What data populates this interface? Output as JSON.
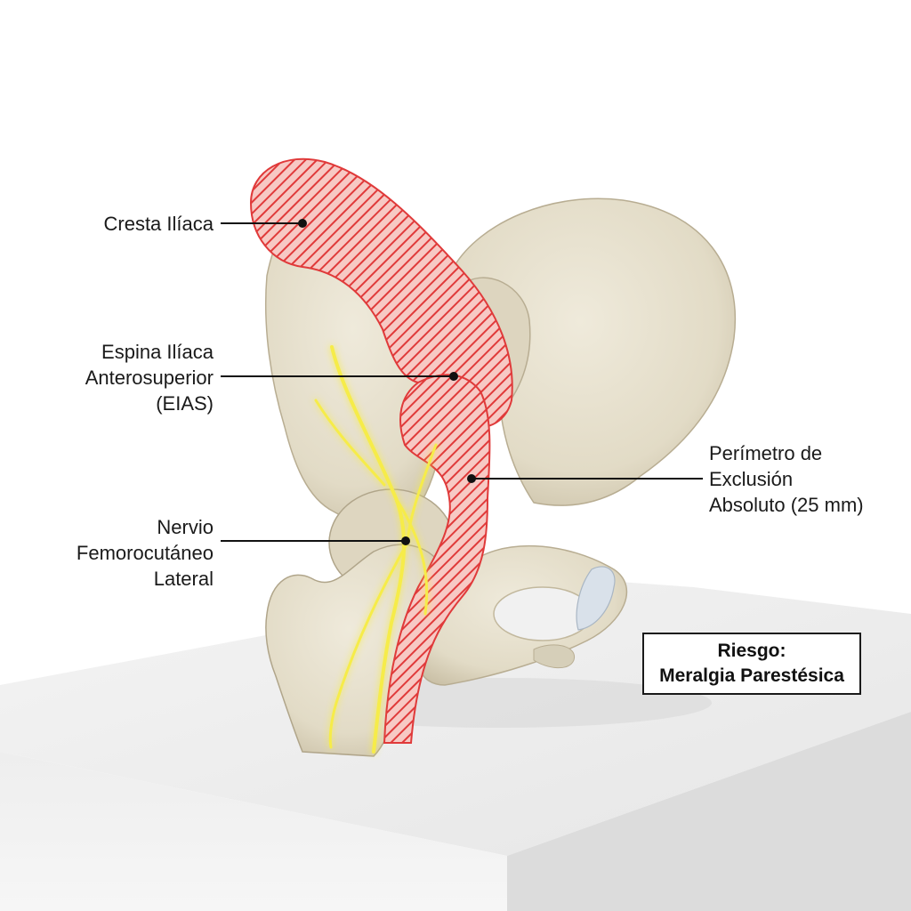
{
  "labels": {
    "iliac_crest": "Cresta Ilíaca",
    "asis": [
      "Espina Ilíaca",
      "Anterosuperior",
      "(EIAS)"
    ],
    "lfcn": [
      "Nervio",
      "Femorocutáneo",
      "Lateral"
    ],
    "exclusion_zone": [
      "Perímetro de",
      "Exclusión",
      "Absoluto (25 mm)"
    ]
  },
  "risk_box": {
    "title": "Riesgo:",
    "text": "Meralgia Parestésica"
  },
  "colors": {
    "bone": "#e6e0cc",
    "bone_shadow": "#b8ad92",
    "exclusion_zone": "#e03a3a",
    "nerve": "#f6ec4a",
    "pedestal": "#efefef"
  }
}
